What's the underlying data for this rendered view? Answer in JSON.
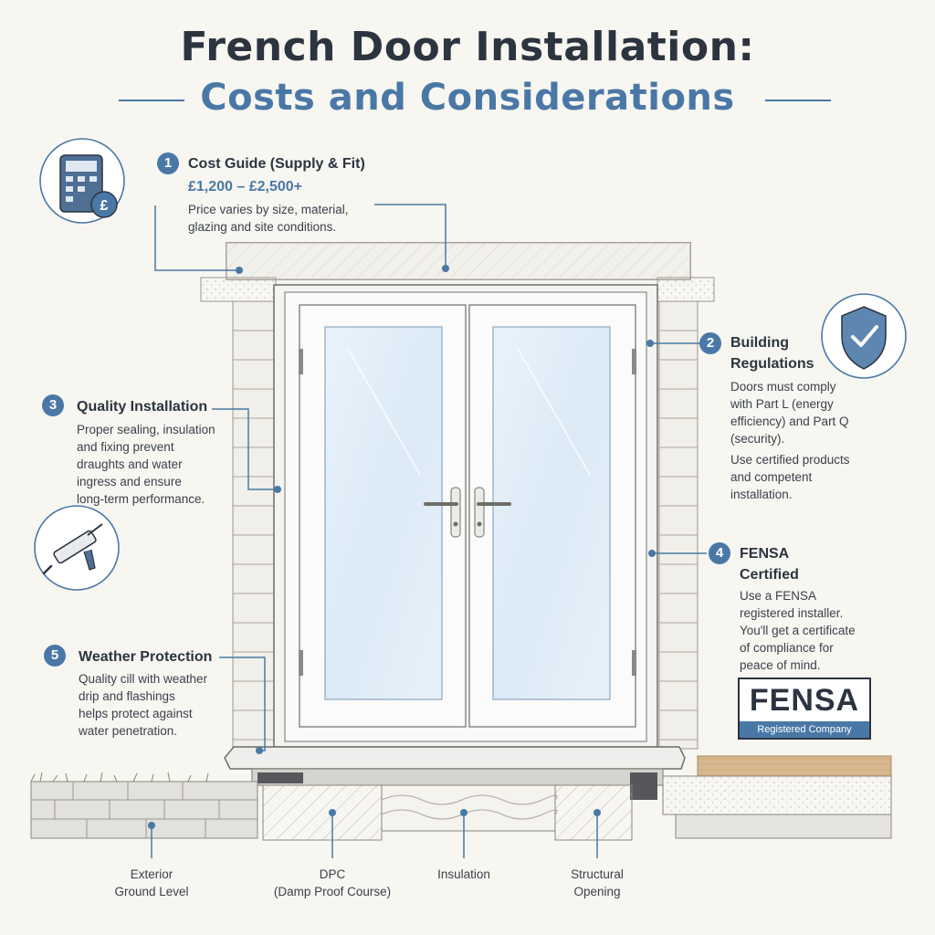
{
  "title": {
    "line1": "French Door Installation:",
    "line2": "Costs and Considerations"
  },
  "sections": {
    "cost": {
      "number": "1",
      "heading": "Cost Guide (Supply & Fit)",
      "price": "£1,200 – £2,500+",
      "lines": [
        "Price varies by size, material,",
        "glazing and site conditions."
      ],
      "icon": "calculator-pound-icon"
    },
    "regulations": {
      "number": "2",
      "heading_lines": [
        "Building",
        "Regulations"
      ],
      "lines": [
        "Doors must comply",
        "with Part L (energy",
        "efficiency) and Part Q",
        "(security)."
      ],
      "lines2": [
        "Use certified products",
        "and competent",
        "installation."
      ],
      "icon": "shield-check-icon"
    },
    "quality": {
      "number": "3",
      "heading": "Quality Installation",
      "lines": [
        "Proper sealing, insulation",
        "and fixing prevent",
        "draughts and water",
        "ingress and ensure",
        "long-term performance."
      ],
      "icon": "caulking-gun-icon"
    },
    "fensa": {
      "number": "4",
      "heading_lines": [
        "FENSA",
        "Certified"
      ],
      "lines": [
        "Use a FENSA",
        "registered installer.",
        "You'll get a certificate",
        "of compliance for",
        "peace of mind."
      ],
      "logo_name": "FENSA",
      "logo_sub": "Registered Company"
    },
    "weather": {
      "number": "5",
      "heading": "Weather Protection",
      "lines": [
        "Quality cill with weather",
        "drip and flashings",
        "helps protect against",
        "water penetration."
      ]
    }
  },
  "bottom_labels": {
    "ground": [
      "Exterior",
      "Ground Level"
    ],
    "dpc": [
      "DPC",
      "(Damp Proof Course)"
    ],
    "insulation": [
      "Insulation"
    ],
    "structural": [
      "Structural",
      "Opening"
    ]
  },
  "colors": {
    "accent": "#4a78a6",
    "dark": "#2c3440",
    "background": "#f7f6f1"
  }
}
